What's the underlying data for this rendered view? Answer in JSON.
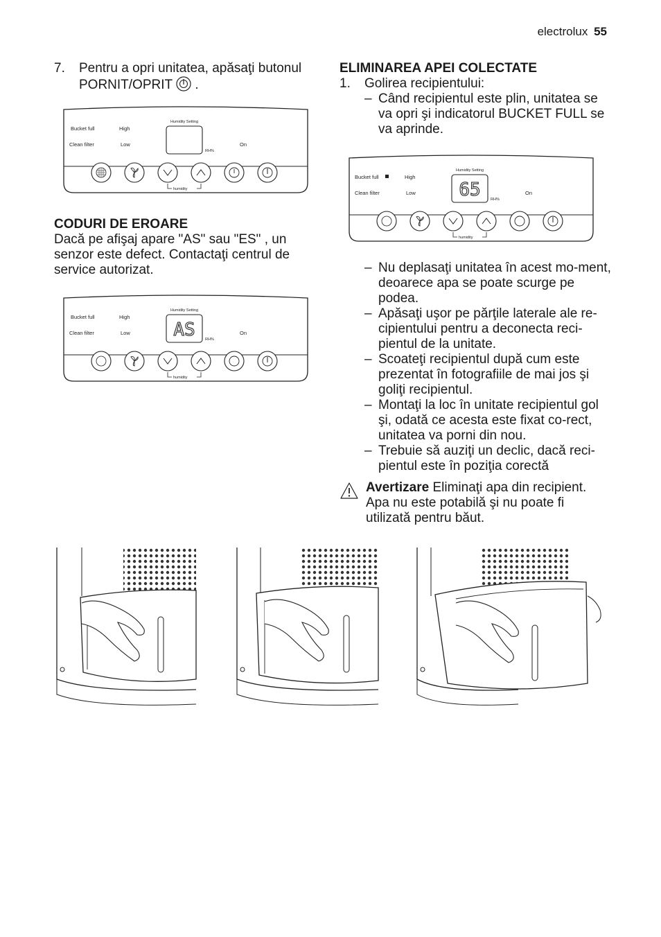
{
  "header": {
    "brand": "electrolux",
    "page_number": "55"
  },
  "left": {
    "step7": {
      "num": "7.",
      "text": "Pentru a opri unitatea, apăsaţi butonul PORNIT/OPRIT",
      "suffix": "."
    },
    "panel_labels": {
      "bucket_full": "Bucket full",
      "clean_filter": "Clean filter",
      "high": "High",
      "low": "Low",
      "on": "On",
      "humidity_setting": "Humidity Setting",
      "rh": "RH%",
      "humidity": "humidity"
    },
    "error_heading": "CODURI DE EROARE",
    "error_text": "Dacă pe afişaj apare \"AS\" sau \"ES\" , un senzor este defect. Contactaţi centrul de service autorizat.",
    "error_display": "AS"
  },
  "right": {
    "heading": "ELIMINAREA APEI COLECTATE",
    "step1": {
      "num": "1.",
      "text": "Golirea recipientului:"
    },
    "dash_first": "Când recipientul este plin, unitatea se va opri şi indicatorul BUCKET FULL se va aprinde.",
    "panel_display": "65",
    "dashes": [
      "Nu deplasaţi unitatea în acest mo-ment, deoarece apa se poate scurge pe podea.",
      "Apăsaţi uşor pe părţile laterale ale re-cipientului pentru a deconecta reci-pientul de la unitate.",
      "Scoateţi recipientul după cum este prezentat în fotografiile de mai jos şi goliţi recipientul.",
      "Montaţi la loc în unitate recipientul gol şi, odată ce acesta este fixat co-rect, unitatea va porni din nou.",
      "Trebuie să auziţi un declic, dacă reci-pientul este în poziţia corectă"
    ],
    "dash_symbol": "–",
    "warning": {
      "label": "Avertizare",
      "text": "Eliminaţi apa din recipient. Apa nu este potabilă şi nu poate fi utilizată pentru băut."
    }
  },
  "icons": [
    "power-icon",
    "warning-icon",
    "filter-icon",
    "fan-icon",
    "chevron-down-icon",
    "chevron-up-icon",
    "timer-icon"
  ]
}
